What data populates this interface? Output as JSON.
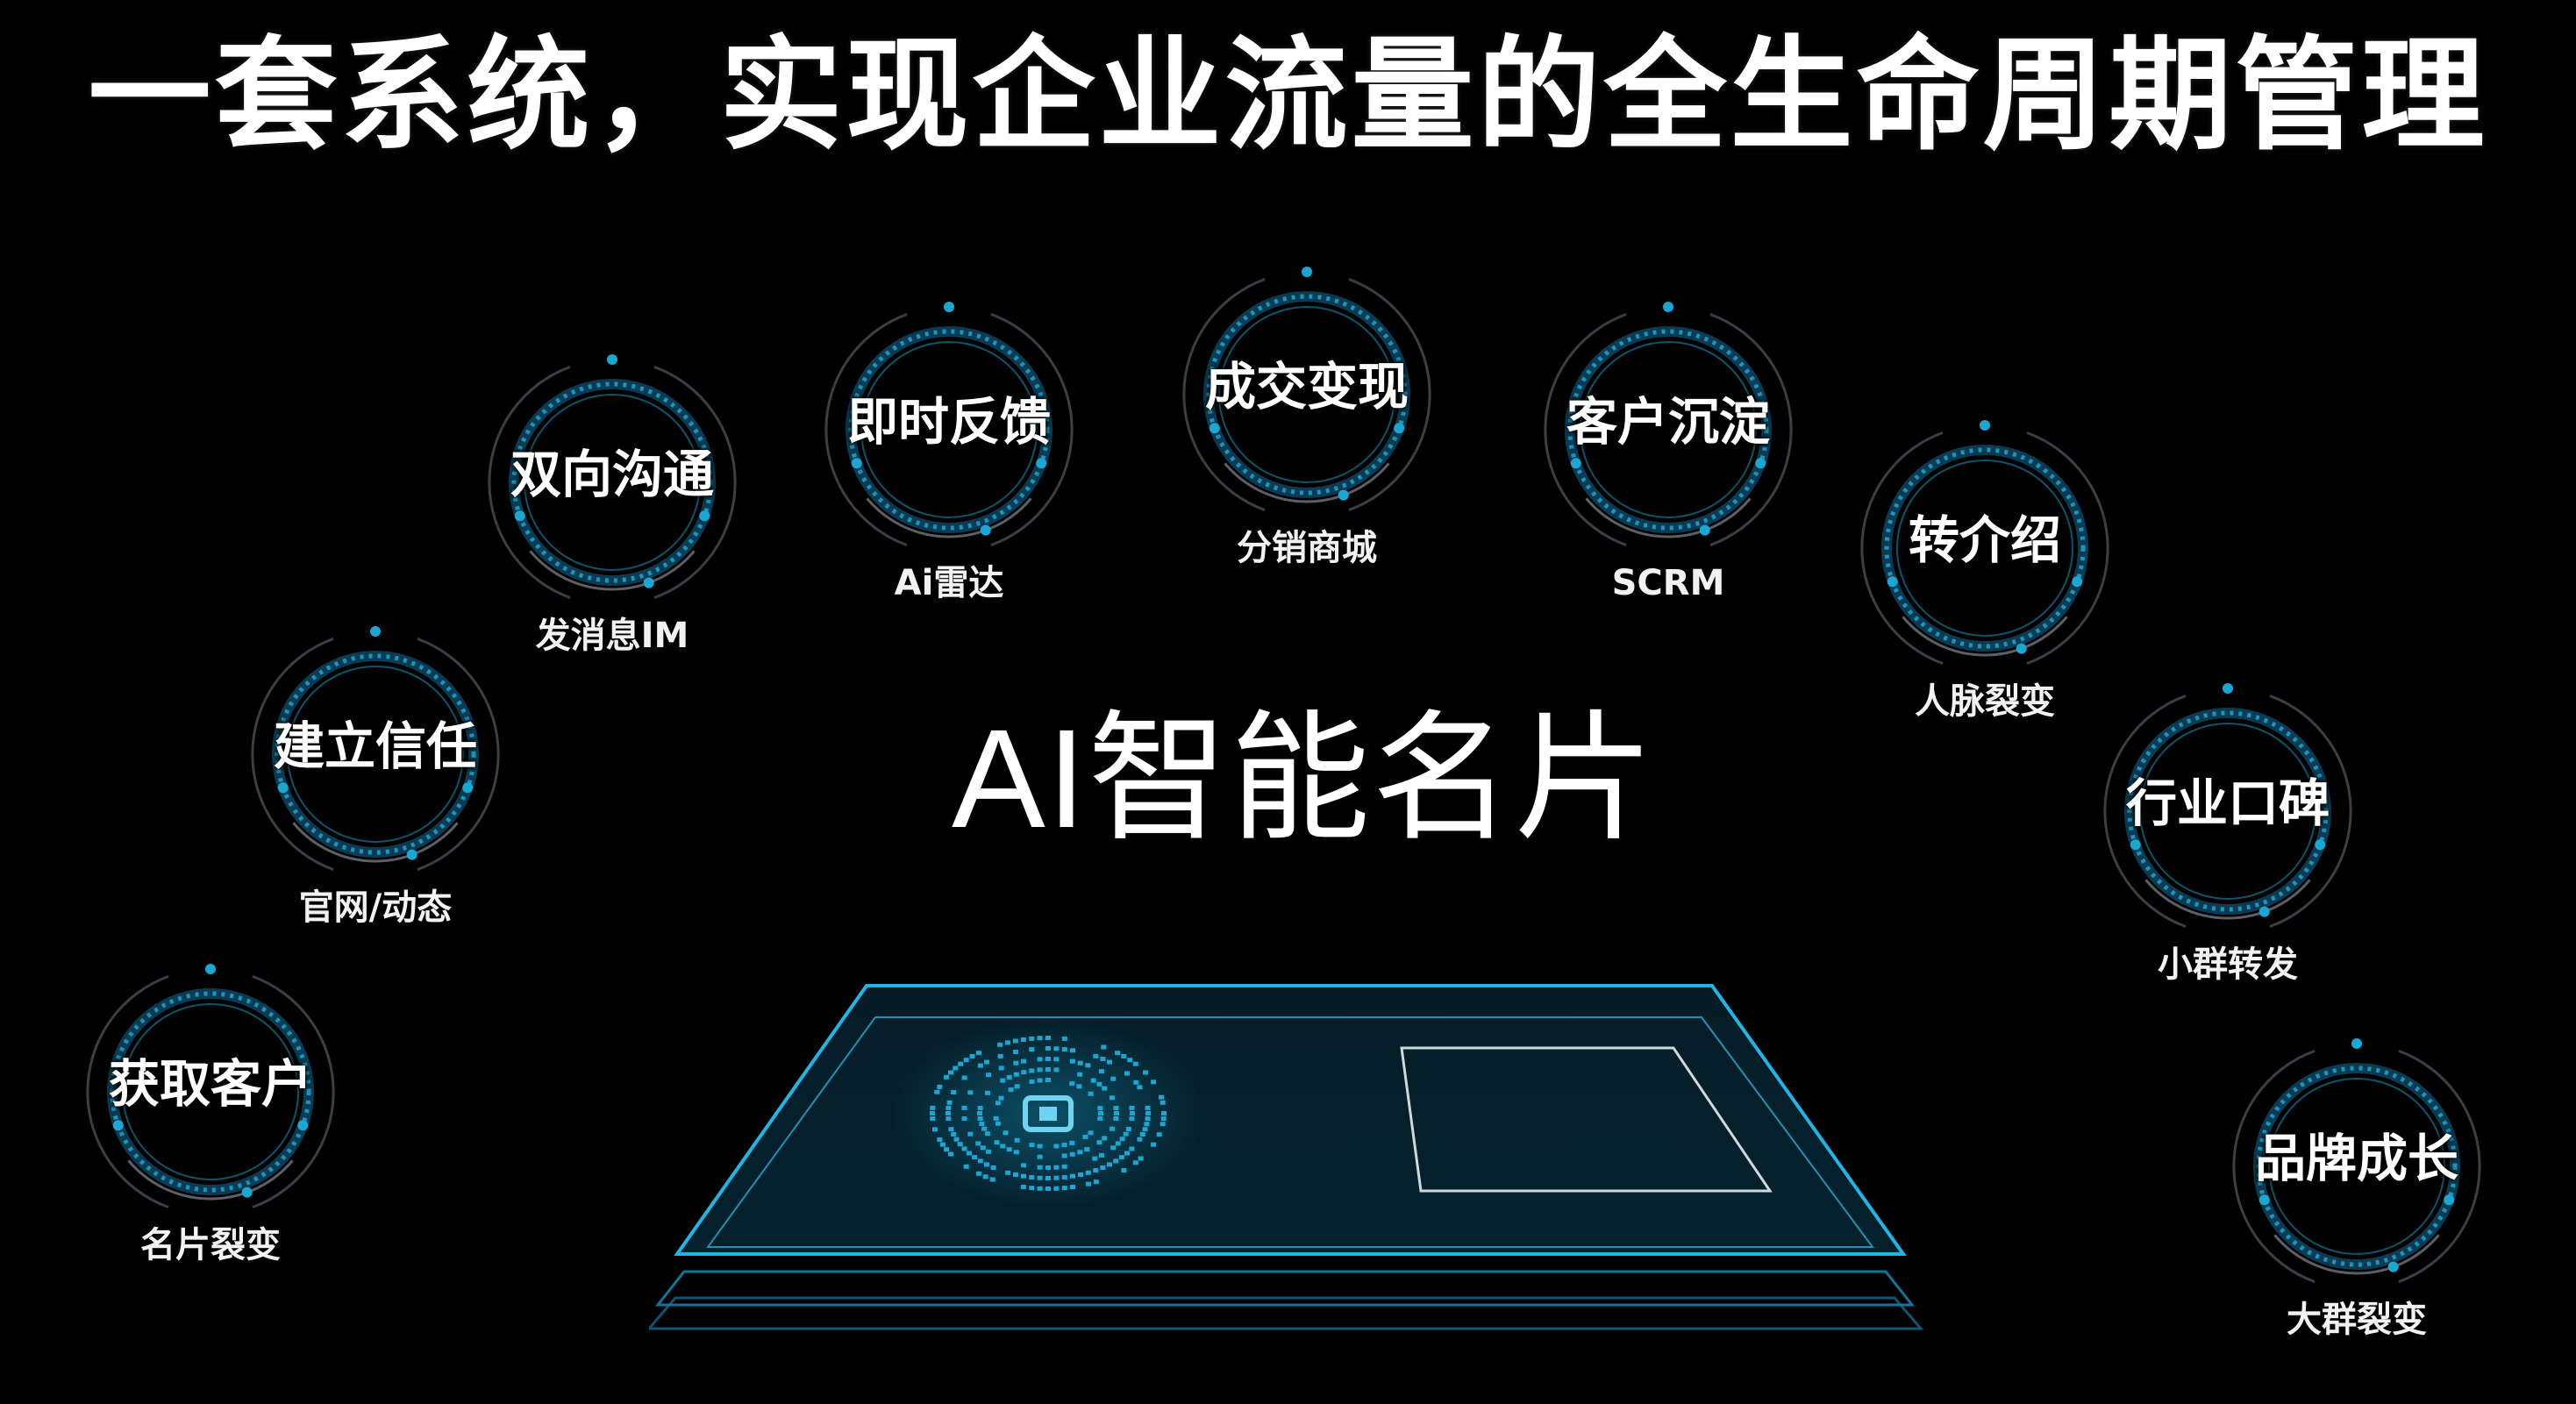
{
  "page": {
    "title": "一套系统，实现企业流量的全生命周期管理",
    "center_title": "AI智能名片"
  },
  "colors": {
    "background": "#000000",
    "ring_accent": "#1aa7d4",
    "ring_dark": "#0b3b52",
    "text": "#ffffff"
  },
  "nodes": [
    {
      "label": "获取客户",
      "sub": "名片裂变"
    },
    {
      "label": "建立信任",
      "sub": "官网/动态"
    },
    {
      "label": "双向沟通",
      "sub": "发消息IM"
    },
    {
      "label": "即时反馈",
      "sub": "Ai雷达"
    },
    {
      "label": "成交变现",
      "sub": "分销商城"
    },
    {
      "label": "客户沉淀",
      "sub": "SCRM"
    },
    {
      "label": "转介绍",
      "sub": "人脉裂变"
    },
    {
      "label": "行业口碑",
      "sub": "小群转发"
    },
    {
      "label": "品牌成长",
      "sub": "大群裂变"
    }
  ],
  "card": {
    "qr_icon": "qr-code-icon",
    "image_box": "image-placeholder"
  }
}
